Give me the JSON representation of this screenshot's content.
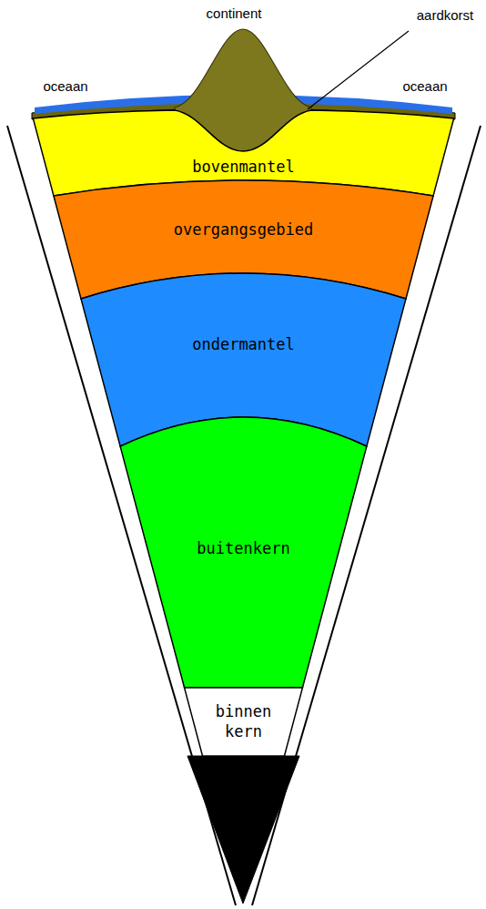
{
  "diagram": {
    "nodes": [
      {
        "text": [
          "bovenmantel"
        ]
      },
      {
        "text": [
          "overgangsgebied"
        ]
      },
      {
        "text": [
          "ondermantel"
        ]
      },
      {
        "text": [
          "buitenkern"
        ]
      },
      {
        "text": [
          "binnen kern"
        ]
      }
    ],
    "labels": [
      "continent",
      "aardkorst",
      "oceaan",
      "oceaan"
    ]
  }
}
